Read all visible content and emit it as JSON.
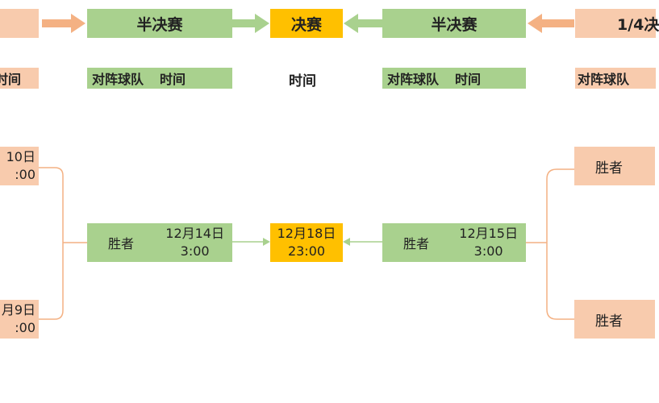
{
  "stages": {
    "left_edge_fragment": "",
    "semi_left": "半决赛",
    "final": "决赛",
    "semi_right": "半决赛",
    "quarter_right": "1/4决"
  },
  "subheaders": {
    "left_edge_fragment": "时间",
    "semi_left_teams": "对阵球队",
    "semi_left_time": "时间",
    "final_time": "时间",
    "semi_right_teams": "对阵球队",
    "semi_right_time": "时间",
    "quarter_right_teams": "对阵球队"
  },
  "left_quarter_matches": [
    {
      "date": "10日",
      "time": ":00"
    },
    {
      "date": "月9日",
      "time": ":00"
    }
  ],
  "semi_left_match": {
    "teams": "胜者",
    "date": "12月14日",
    "time": "3:00"
  },
  "final_match": {
    "date": "12月18日",
    "time": "23:00"
  },
  "semi_right_match": {
    "teams": "胜者",
    "date": "12月15日",
    "time": "3:00"
  },
  "right_quarter_matches": [
    {
      "teams": "胜者"
    },
    {
      "teams": "胜者"
    }
  ],
  "colors": {
    "green": "#a9d18e",
    "salmon": "#f8cbad",
    "orange": "#ffc000",
    "arrow_salmon": "#f4b183",
    "arrow_green": "#a9d18e",
    "connector": "#f4b183"
  }
}
